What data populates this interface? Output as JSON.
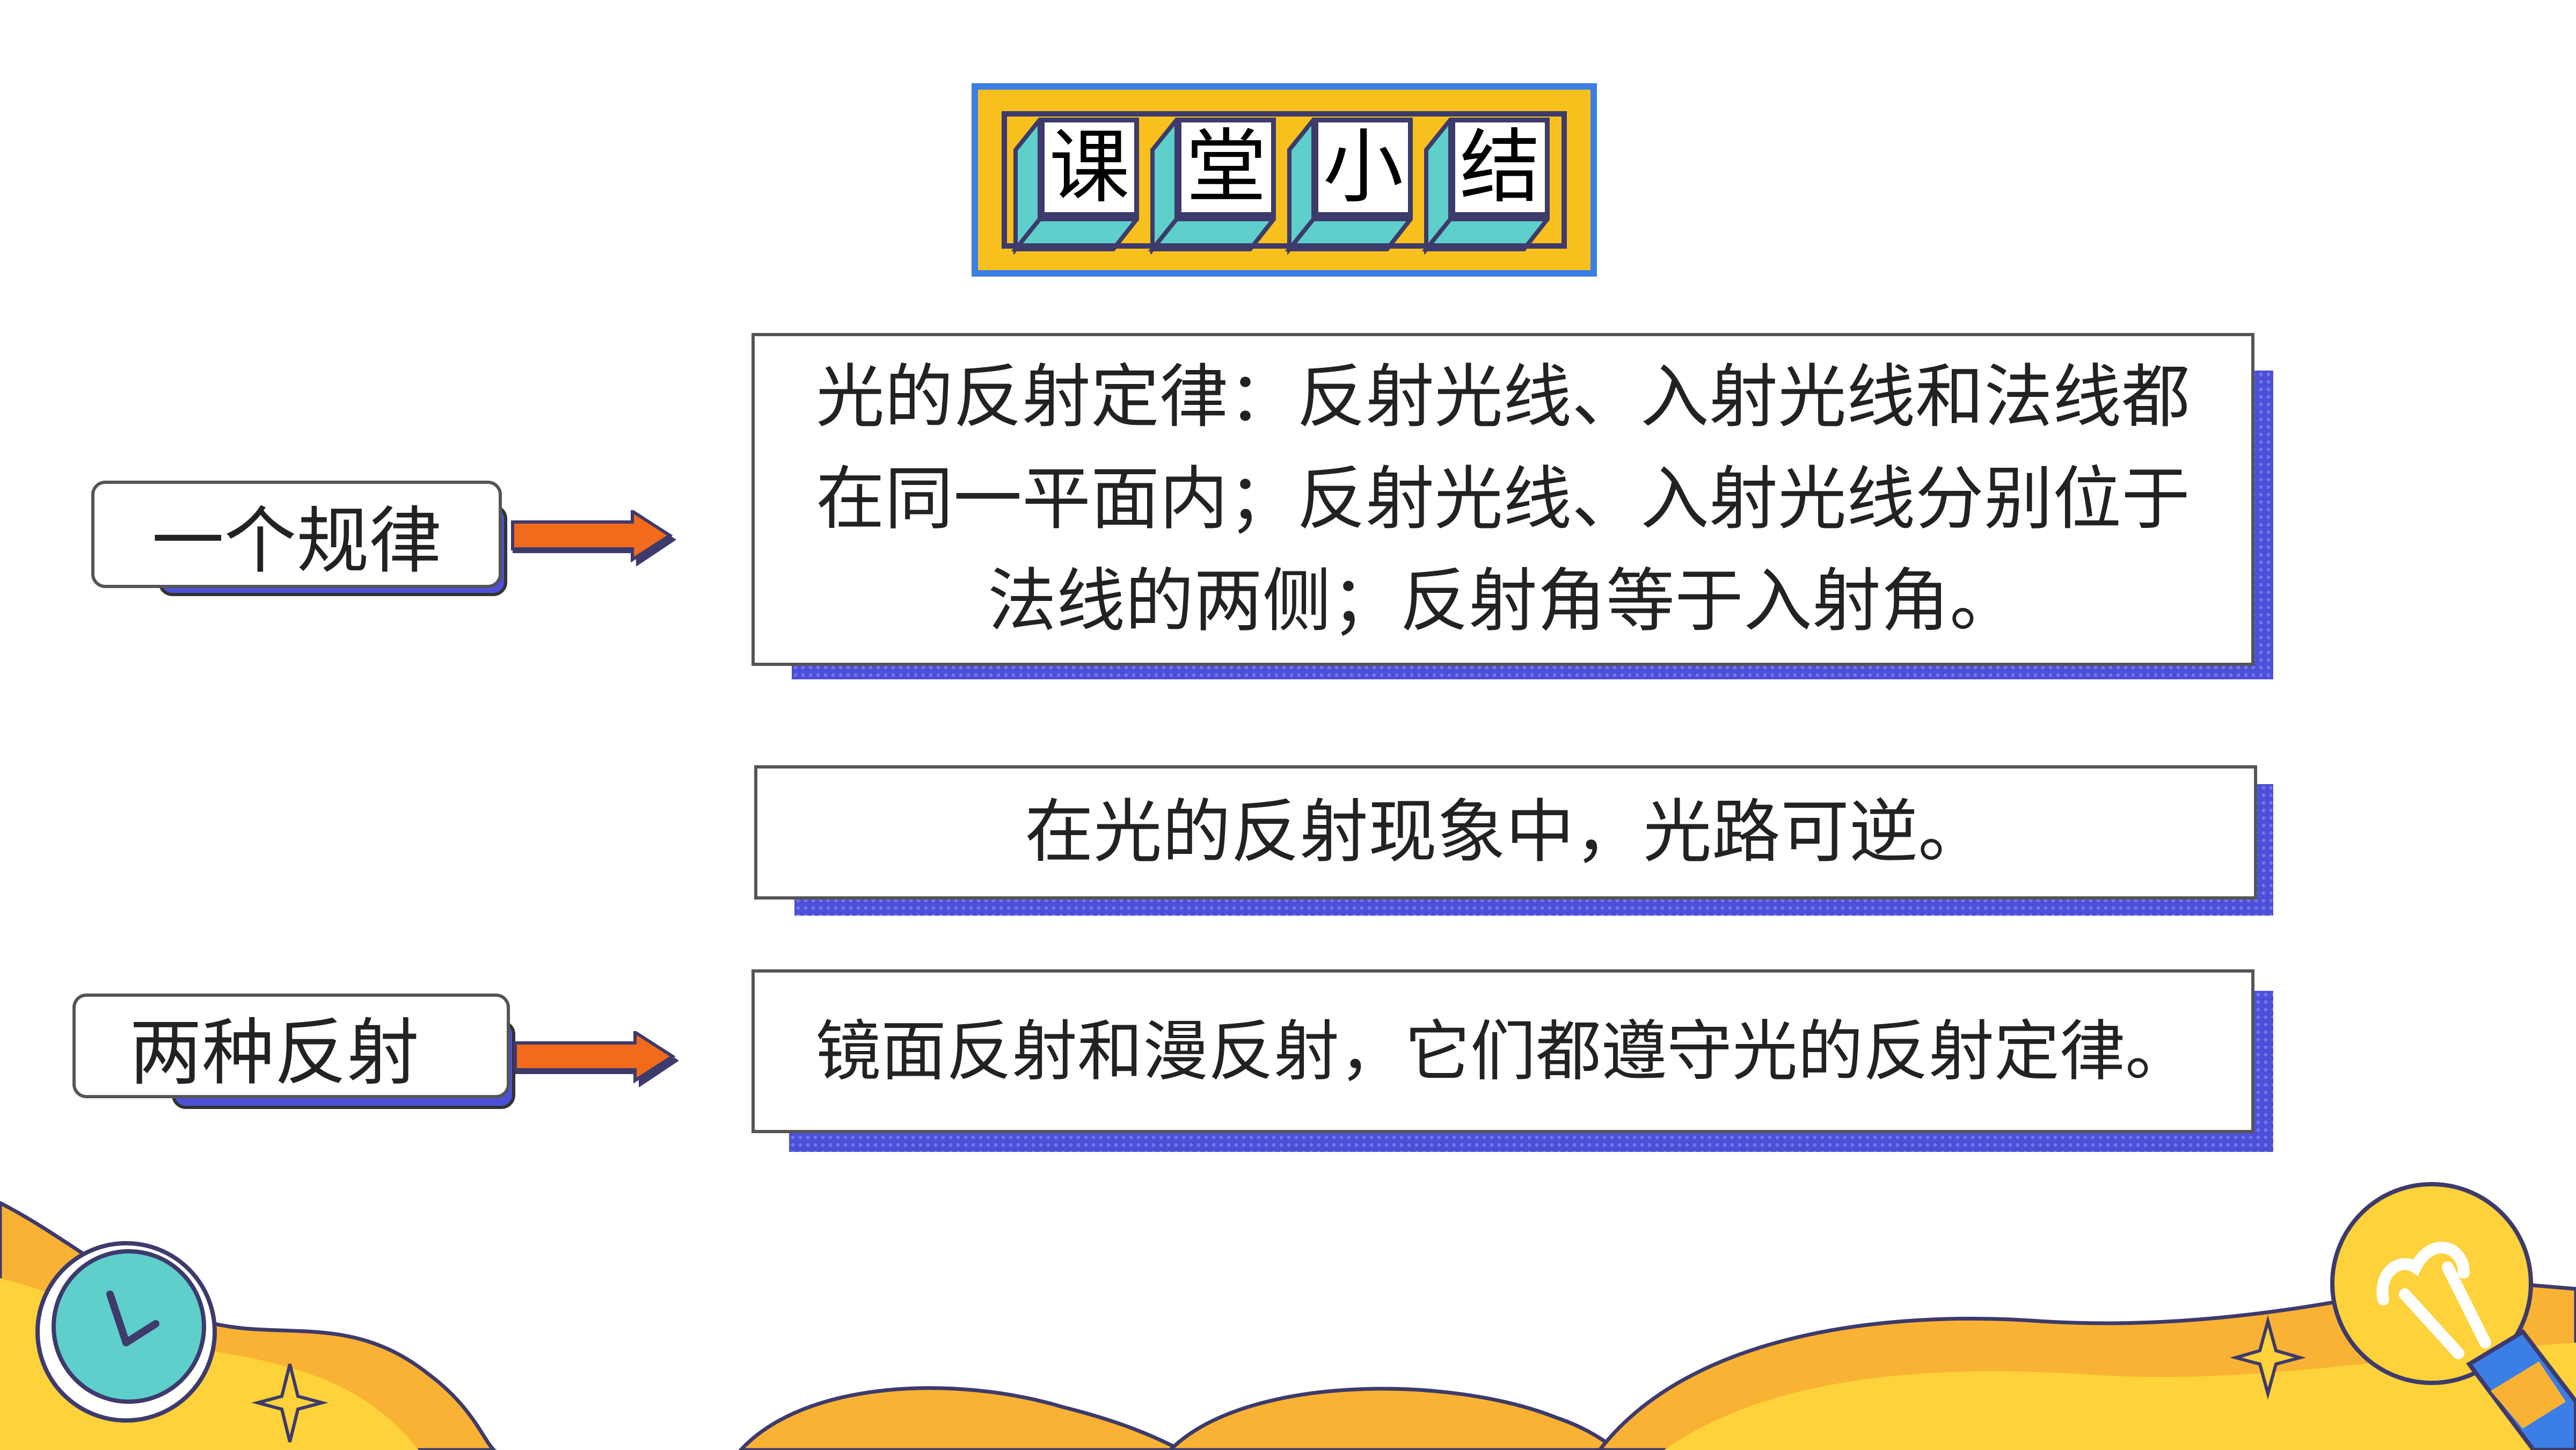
{
  "title": {
    "chars": [
      "课",
      "堂",
      "小",
      "结"
    ]
  },
  "sections": {
    "law": {
      "label": "一个规律",
      "lines": [
        "光的反射定律：反射光线、入射光线和法线都",
        "在同一平面内；反射光线、入射光线分别位于",
        "法线的两侧；反射角等于入射角。"
      ]
    },
    "reversible": {
      "text": "在光的反射现象中，光路可逆。"
    },
    "two_reflections": {
      "label": "两种反射",
      "text": "镜面反射和漫反射，它们都遵守光的反射定律。"
    }
  },
  "colors": {
    "banner_yellow": "#f7c01c",
    "banner_blue": "#3a7ee6",
    "shadow_purple": "#4c50d9",
    "arrow_orange": "#f26a1b",
    "tile_teal": "#5ecfca",
    "deco_orange": "#f9b233",
    "deco_yellow": "#fdd23a"
  },
  "icons": {
    "clock": "clock-icon",
    "bulb": "lightbulb-icon",
    "sparkle": "sparkle-icon",
    "arrow": "arrow-right-icon"
  }
}
